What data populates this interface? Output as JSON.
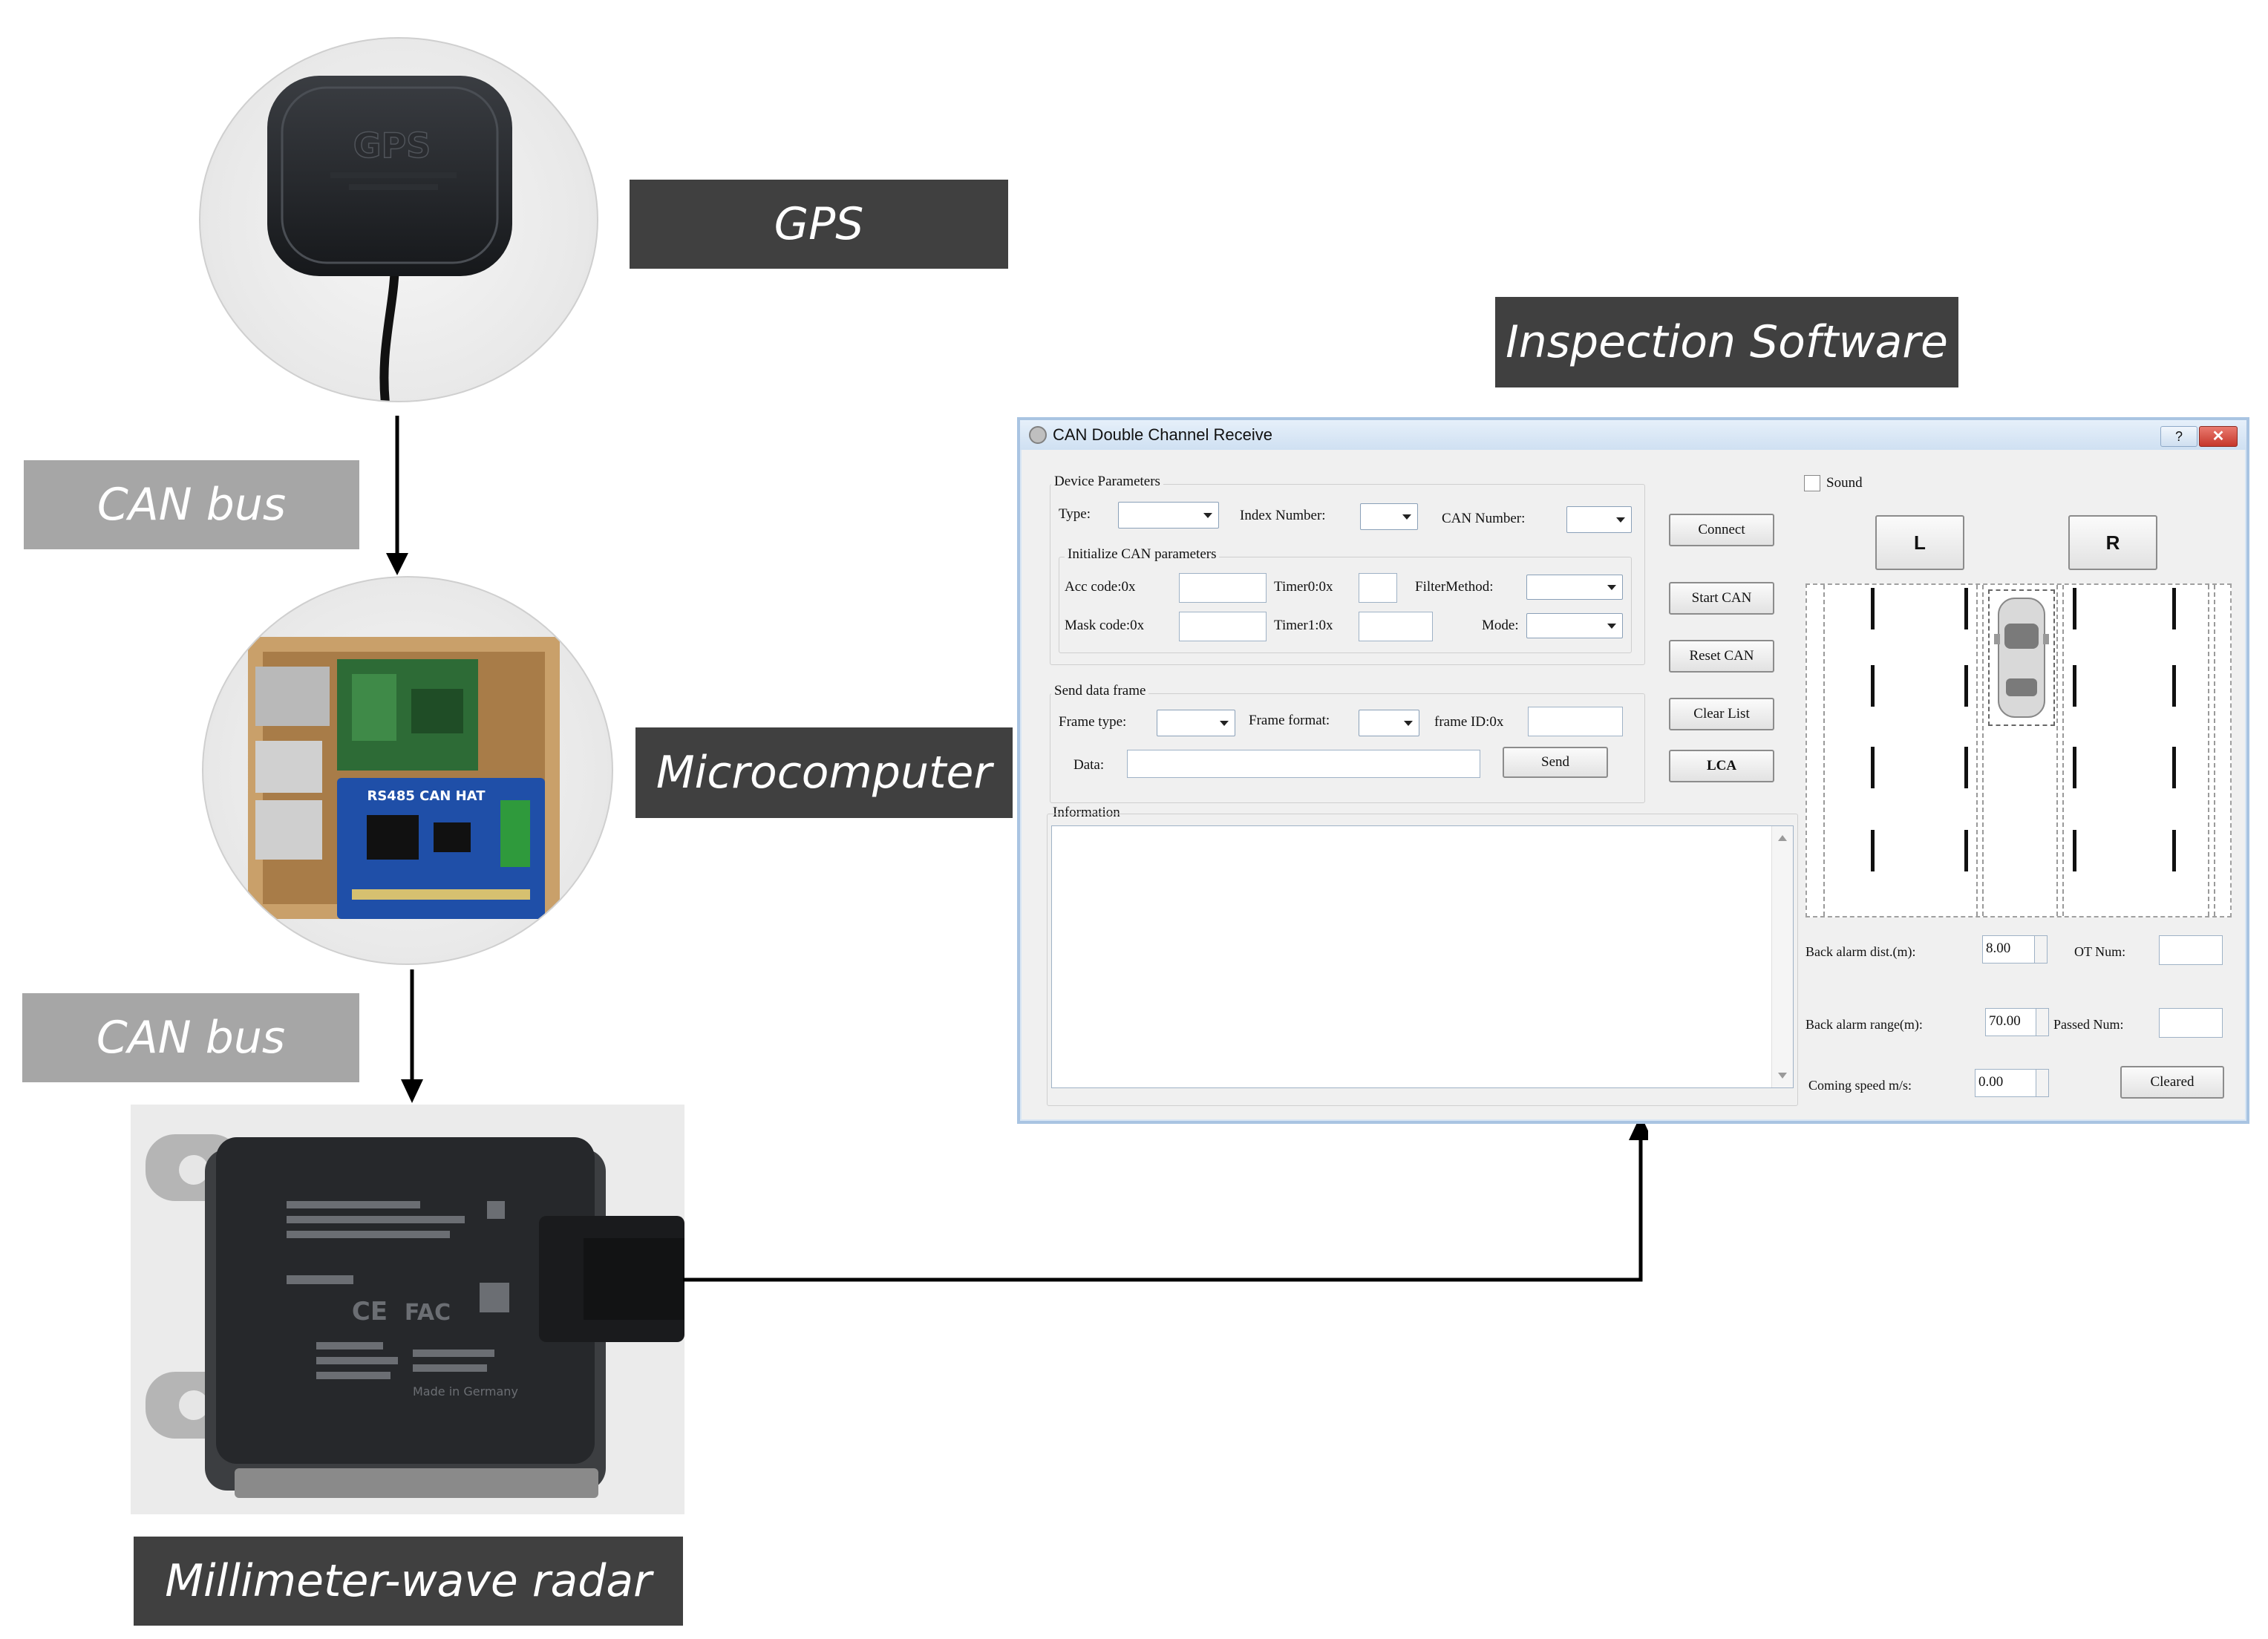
{
  "labels": {
    "gps": "GPS",
    "can_bus_1": "CAN bus",
    "microcomputer": "Microcomputer",
    "can_bus_2": "CAN bus",
    "radar": "Millimeter-wave radar",
    "software": "Inspection Software"
  },
  "gps_device": {
    "casing_text": "GPS"
  },
  "can_hat": {
    "board_text": "RS485 CAN HAT"
  },
  "radar_device": {
    "marks": [
      "CE",
      "FAC"
    ],
    "made_in": "Made in Germany"
  },
  "dialog": {
    "title": "CAN Double Channel Receive",
    "device_params": {
      "group_title": "Device Parameters",
      "type_label": "Type:",
      "index_label": "Index Number:",
      "can_number_label": "CAN Number:"
    },
    "init_params": {
      "group_title": "Initialize CAN parameters",
      "acc_code_label": "Acc code:0x",
      "timer0_label": "Timer0:0x",
      "filter_label": "FilterMethod:",
      "mask_code_label": "Mask code:0x",
      "timer1_label": "Timer1:0x",
      "mode_label": "Mode:"
    },
    "send_frame": {
      "group_title": "Send data frame",
      "frame_type_label": "Frame type:",
      "frame_format_label": "Frame format:",
      "frame_id_label": "frame ID:0x",
      "data_label": "Data:",
      "send_button": "Send"
    },
    "information": {
      "group_title": "Information"
    },
    "buttons": {
      "connect": "Connect",
      "start_can": "Start CAN",
      "reset_can": "Reset CAN",
      "clear_list": "Clear List",
      "lca": "LCA"
    },
    "right_panel": {
      "sound_label": "Sound",
      "left_button": "L",
      "right_button": "R",
      "back_alarm_dist_label": "Back alarm dist.(m):",
      "back_alarm_dist_value": "8.00",
      "ot_num_label": "OT Num:",
      "back_alarm_range_label": "Back alarm range(m):",
      "back_alarm_range_value": "70.00",
      "passed_num_label": "Passed Num:",
      "coming_speed_label": "Coming speed m/s:",
      "coming_speed_value": "0.00",
      "cleared_button": "Cleared"
    }
  },
  "colors": {
    "label_dark": "#404040",
    "label_light": "#a6a6a6",
    "window_border": "#a9c4e2",
    "close_button": "#d9463a"
  }
}
